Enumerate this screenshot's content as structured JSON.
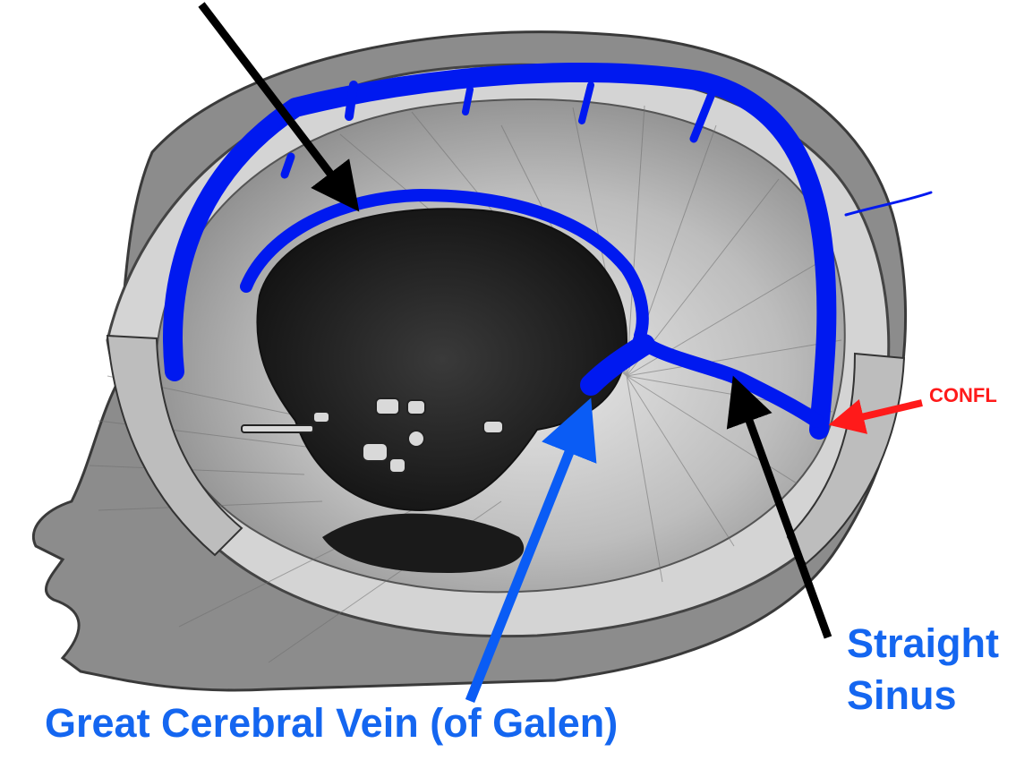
{
  "labels": {
    "great_cerebral_vein": "Great  Cerebral Vein (of Galen)",
    "straight_sinus_line1": "Straight",
    "straight_sinus_line2": "Sinus",
    "confluence": "CONFL"
  },
  "colors": {
    "background": "#ffffff",
    "sinus_blue": "#0019f0",
    "label_blue": "#1466f0",
    "arrow_black": "#000000",
    "arrow_light_blue": "#0a5cf5",
    "arrow_red": "#ff1a1a",
    "skull_bone": "#cfcfcf",
    "brain_shade": "#b8b8b8",
    "cavity_dark": "#1c1c1c",
    "skin_grey": "#7a7a7a"
  },
  "icons": {
    "head_illustration": "sagittal-head-section-icon"
  }
}
